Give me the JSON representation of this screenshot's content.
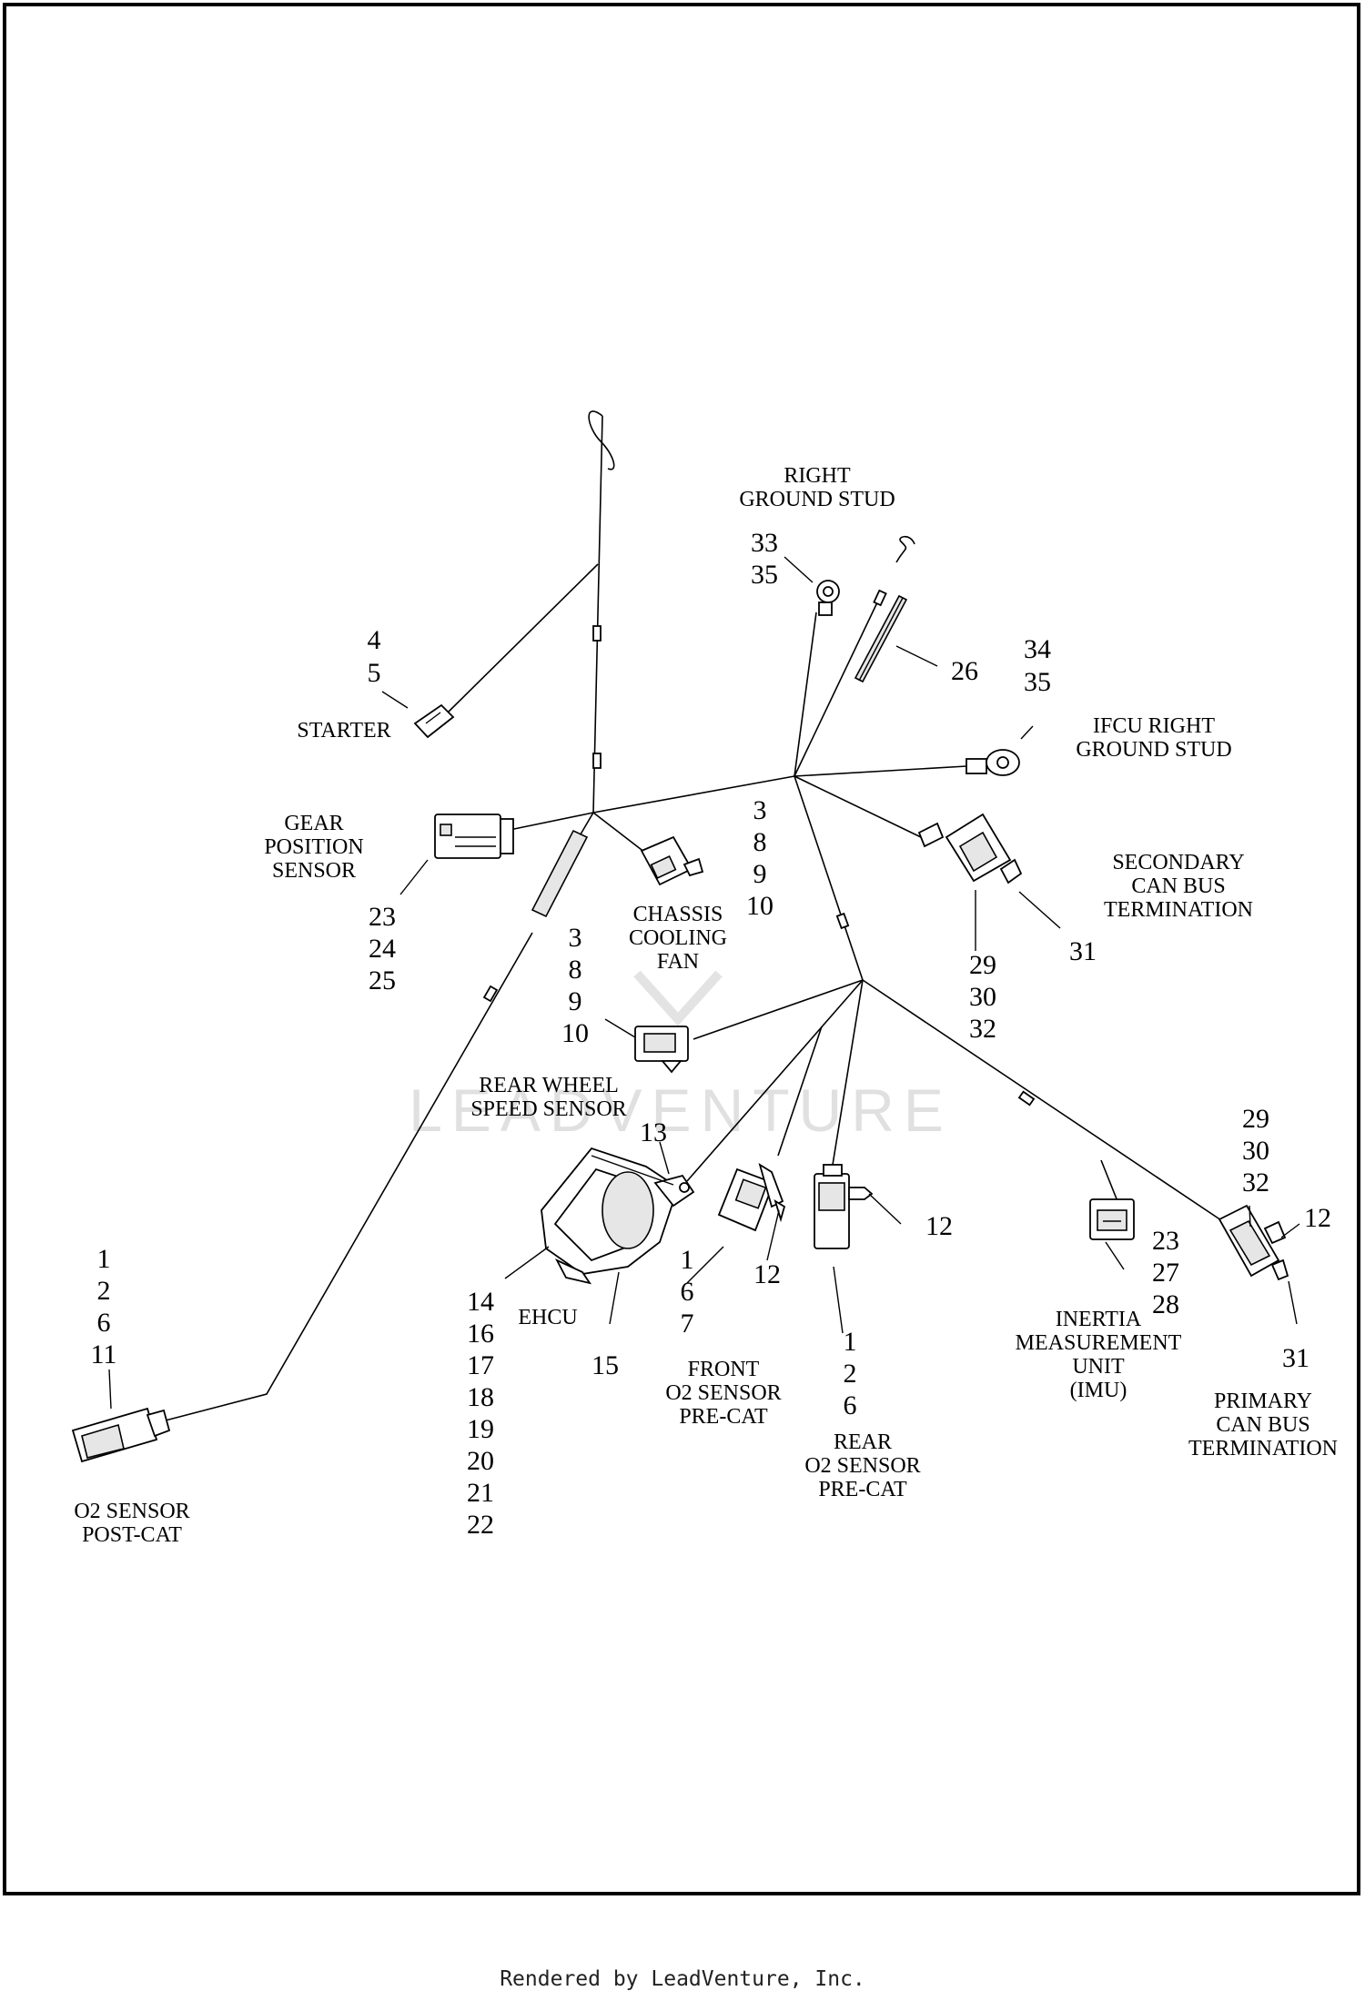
{
  "watermark": "LEADVENTURE",
  "footer": "Rendered by LeadVenture, Inc.",
  "labels": {
    "right_ground_stud": [
      "RIGHT",
      "GROUND STUD"
    ],
    "starter": [
      "STARTER"
    ],
    "ifcu_right_ground_stud": [
      "IFCU RIGHT",
      "GROUND STUD"
    ],
    "gear_position_sensor": [
      "GEAR",
      "POSITION",
      "SENSOR"
    ],
    "chassis_cooling_fan": [
      "CHASSIS",
      "COOLING",
      "FAN"
    ],
    "secondary_can_bus": [
      "SECONDARY",
      "CAN BUS",
      "TERMINATION"
    ],
    "rear_wheel_speed_sensor": [
      "REAR WHEEL",
      "SPEED SENSOR"
    ],
    "ehcu": [
      "EHCU"
    ],
    "front_o2_sensor": [
      "FRONT",
      "O2 SENSOR",
      "PRE-CAT"
    ],
    "rear_o2_sensor": [
      "REAR",
      "O2 SENSOR",
      "PRE-CAT"
    ],
    "imu": [
      "INERTIA",
      "MEASUREMENT",
      "UNIT",
      "(IMU)"
    ],
    "primary_can_bus": [
      "PRIMARY",
      "CAN BUS",
      "TERMINATION"
    ],
    "o2_sensor_post_cat": [
      "O2 SENSOR",
      "POST-CAT"
    ]
  },
  "callouts": {
    "right_ground_stud": [
      "33",
      "35"
    ],
    "starter": [
      "4",
      "5"
    ],
    "wire_clip": [
      "26"
    ],
    "ifcu_ground": [
      "34",
      "35"
    ],
    "chassis_fan": [
      "3",
      "8",
      "9",
      "10"
    ],
    "gear_position": [
      "23",
      "24",
      "25"
    ],
    "fan_connector_2": [
      "3",
      "8",
      "9",
      "10"
    ],
    "secondary_can": [
      "29",
      "30",
      "32"
    ],
    "secondary_term": [
      "31"
    ],
    "wheel_speed": [
      "13"
    ],
    "primary_can": [
      "29",
      "30",
      "32"
    ],
    "primary_12": [
      "12"
    ],
    "rear_o2_12": [
      "12"
    ],
    "front_o2_12": [
      "12"
    ],
    "front_o2": [
      "1",
      "6",
      "7"
    ],
    "imu": [
      "23",
      "27",
      "28"
    ],
    "o2_post": [
      "1",
      "2",
      "6",
      "11"
    ],
    "ehcu": [
      "14",
      "16",
      "17",
      "18",
      "19",
      "20",
      "21",
      "22"
    ],
    "ehcu_15": [
      "15"
    ],
    "rear_o2": [
      "1",
      "2",
      "6"
    ],
    "primary_term": [
      "31"
    ]
  }
}
